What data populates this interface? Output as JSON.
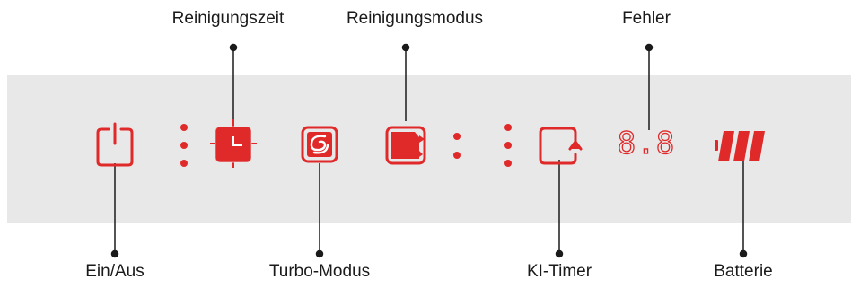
{
  "labels": {
    "cleaning_time": "Reinigungszeit",
    "cleaning_mode": "Reinigungsmodus",
    "error": "Fehler",
    "power": "Ein/Aus",
    "turbo_mode": "Turbo-Modus",
    "ai_timer": "KI-Timer",
    "battery": "Batterie"
  },
  "error_display": "8.8",
  "colors": {
    "accent_red": "#e02a2a",
    "panel": "#e8e8e8",
    "leader": "#1a1a1a"
  },
  "icons": [
    "power-icon",
    "clock-icon",
    "turbo-icon",
    "cleaning-mode-icon",
    "ai-timer-icon",
    "error-digits-display",
    "battery-icon"
  ]
}
